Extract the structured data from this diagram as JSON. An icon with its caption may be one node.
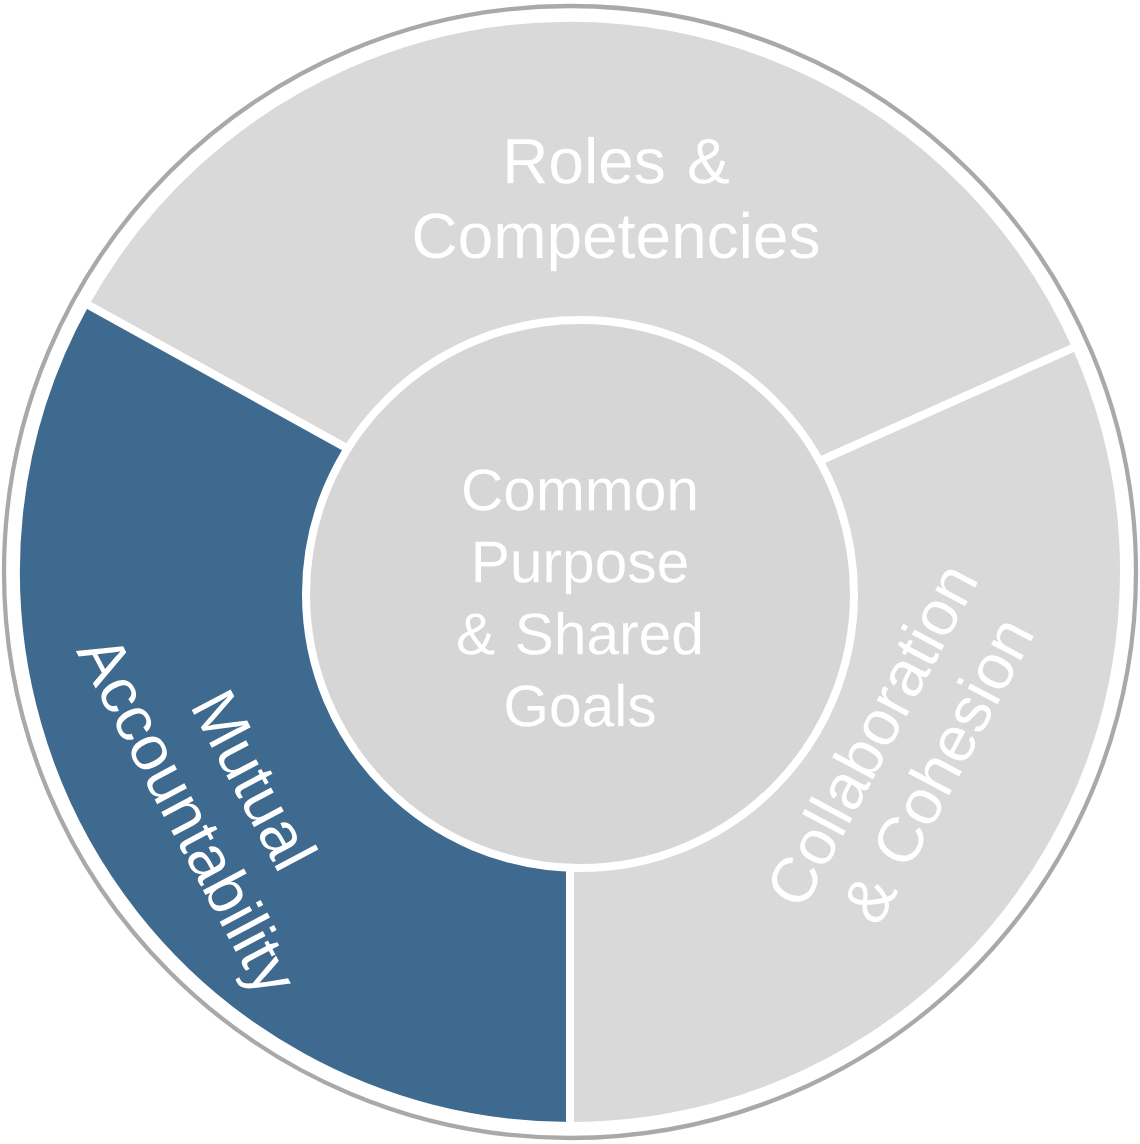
{
  "diagram": {
    "nodes": [
      {
        "text": [
          "Roles & Competencies"
        ]
      },
      {
        "text": [
          "Collaboration & Cohesion"
        ]
      },
      {
        "text": [
          "Mutual Accountability"
        ]
      },
      {
        "text": [
          "Common Purpose & Shared Goals"
        ]
      }
    ]
  }
}
